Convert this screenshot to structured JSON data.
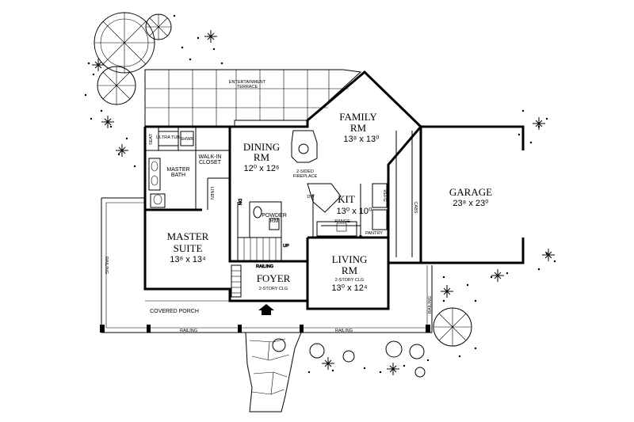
{
  "rooms": {
    "entertainment_terrace": {
      "line1": "ENTERTAINMENT",
      "line2": "TERRACE"
    },
    "family": {
      "line1": "FAMILY",
      "line2": "RM",
      "dim": "13⁸ x 13⁰"
    },
    "dining": {
      "line1": "DINING",
      "line2": "RM",
      "dim": "12⁰ x 12⁶"
    },
    "kit": {
      "name": "KIT",
      "dim": "13⁰ x 10⁰"
    },
    "garage": {
      "name": "GARAGE",
      "dim": "23⁸ x 23⁰"
    },
    "master_suite": {
      "line1": "MASTER",
      "line2": "SUITE",
      "dim": "13⁸ x 13⁴"
    },
    "living": {
      "line1": "LIVING",
      "line2": "RM",
      "note": "2-STORY CLG",
      "dim": "13⁰ x 12⁴"
    },
    "foyer": {
      "name": "FOYER",
      "note": "2-STORY CLG"
    },
    "master_bath": {
      "line1": "MASTER",
      "line2": "BATH"
    },
    "walk_in_closet": {
      "line1": "WALK-IN",
      "line2": "CLOSET"
    },
    "powder_rm": {
      "line1": "POWDER",
      "line2": "RM"
    },
    "covered_porch": {
      "name": "COVERED PORCH"
    }
  },
  "labels": {
    "ultra_tub": "ULTRA TUB",
    "shwr": "SHWR",
    "seat": "SEAT",
    "fireplace_line1": "2-SIDED",
    "fireplace_line2": "FIREPLACE",
    "range": "RANGE",
    "pantry": "PANTRY",
    "refg": "REFG",
    "cabs": "CABS",
    "dw": "DW",
    "railing": "RAILING",
    "up": "UP",
    "dn": "DN",
    "linen": "LINEN"
  }
}
